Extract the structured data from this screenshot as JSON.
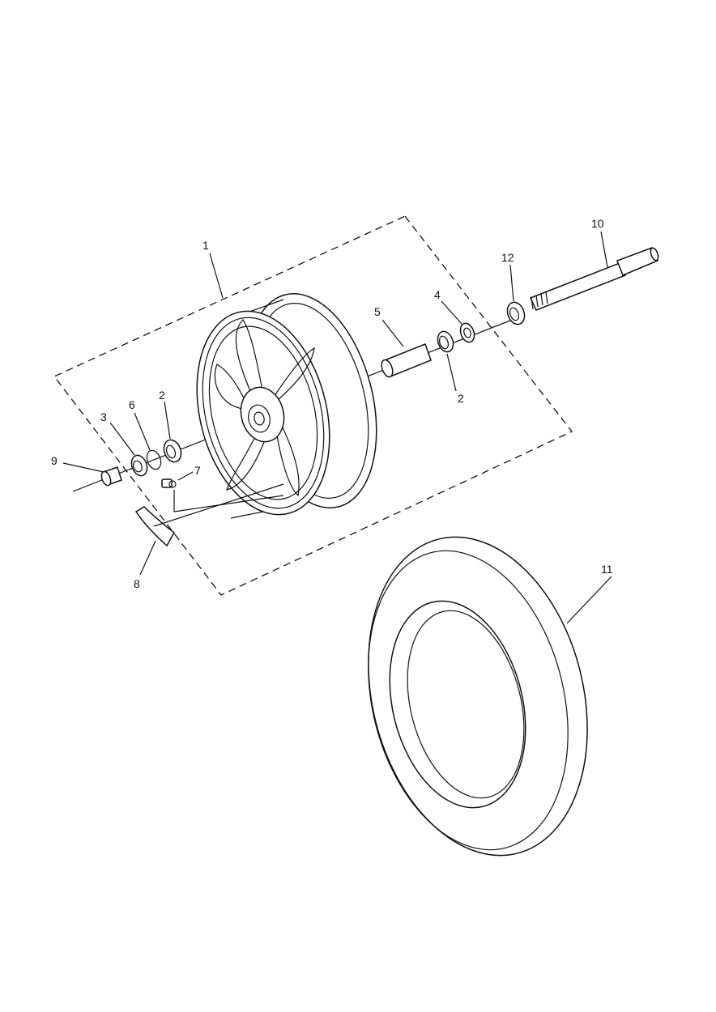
{
  "diagram": {
    "callouts": [
      {
        "id": "c1",
        "text": "1"
      },
      {
        "id": "c2a",
        "text": "2"
      },
      {
        "id": "c2b",
        "text": "2"
      },
      {
        "id": "c3",
        "text": "3"
      },
      {
        "id": "c4",
        "text": "4"
      },
      {
        "id": "c5",
        "text": "5"
      },
      {
        "id": "c6",
        "text": "6"
      },
      {
        "id": "c7",
        "text": "7"
      },
      {
        "id": "c8",
        "text": "8"
      },
      {
        "id": "c9",
        "text": "9"
      },
      {
        "id": "c10",
        "text": "10"
      },
      {
        "id": "c11",
        "text": "11"
      },
      {
        "id": "c12",
        "text": "12"
      }
    ]
  }
}
